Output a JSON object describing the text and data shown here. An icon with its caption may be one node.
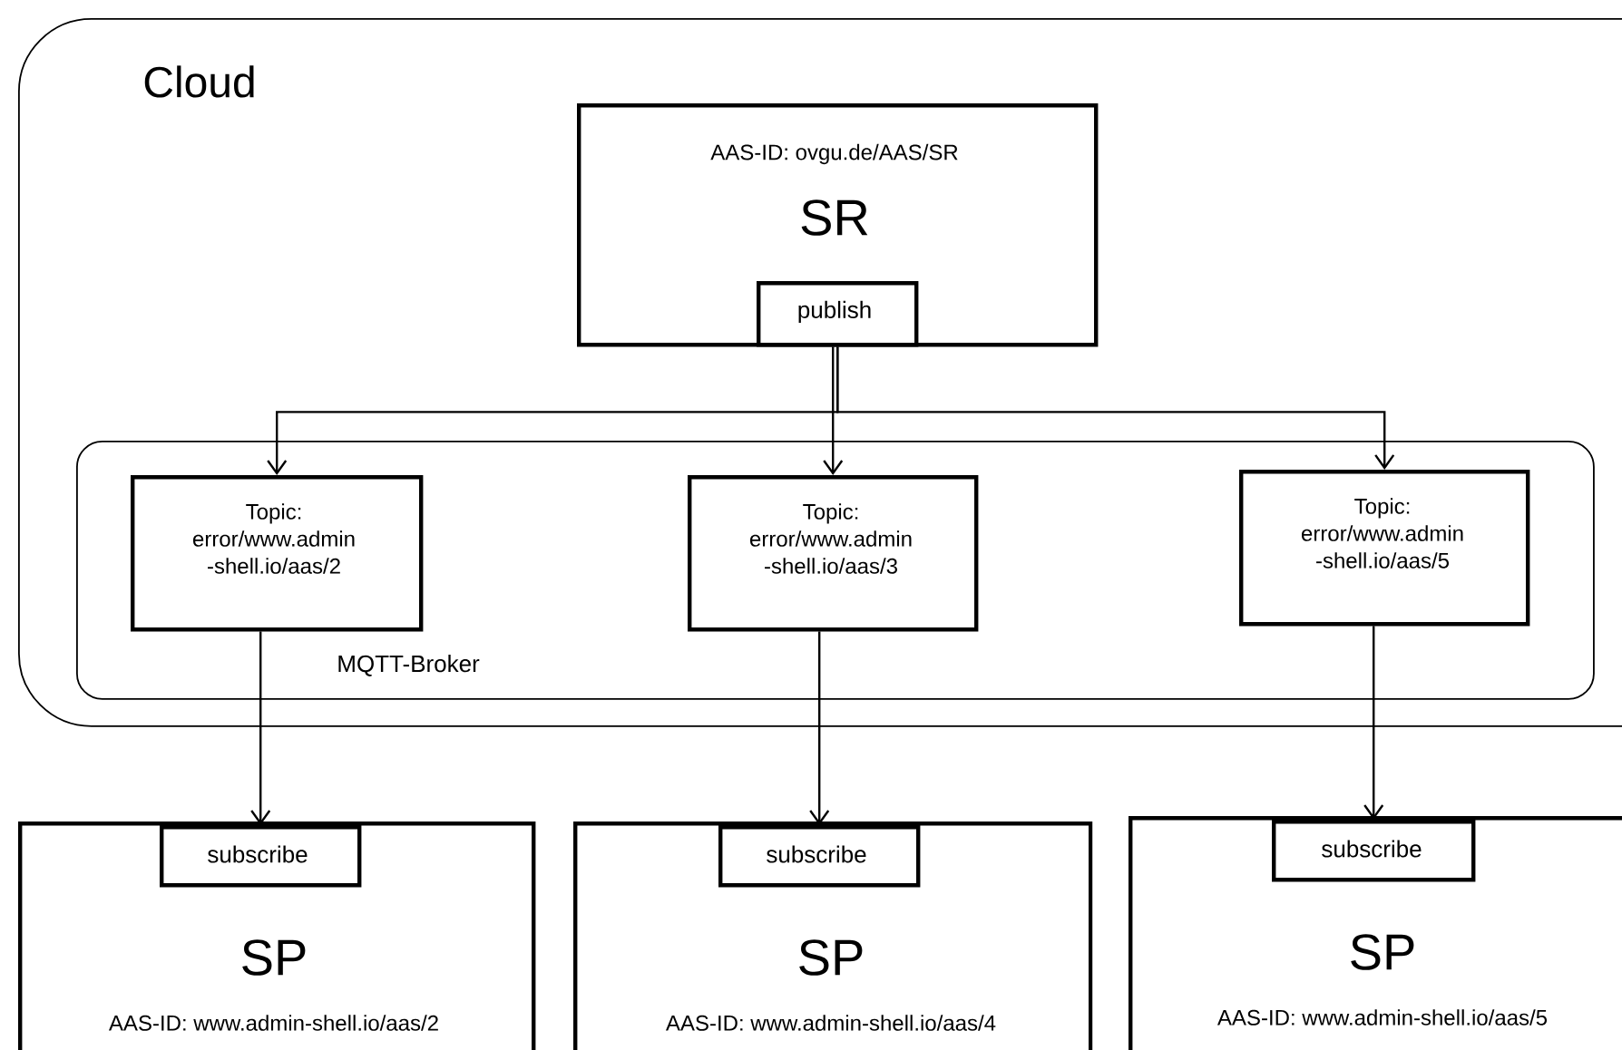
{
  "diagram": {
    "nodes": [
      {
        "text": [
          "Cloud"
        ]
      },
      {
        "text": [
          "AAS-ID:  ovgu.de/AAS/SR",
          "SR"
        ],
        "in": 0
      },
      {
        "text": [
          "publish"
        ],
        "in": 1
      },
      {
        "text": [
          "MQTT-Broker"
        ],
        "in": 0
      },
      {
        "text": [
          "Topic: error/www.admin -shell.io/aas/2"
        ],
        "in": 3
      },
      {
        "text": [
          "Topic: error/www.admin -shell.io/aas/3"
        ],
        "in": 3
      },
      {
        "text": [
          "Topic: error/www.admin -shell.io/aas/5"
        ],
        "in": 3
      },
      {
        "text": [
          "SP",
          "AAS-ID: www.admin-shell.io/aas/2"
        ]
      },
      {
        "text": [
          "subscribe"
        ],
        "in": 7
      },
      {
        "text": [
          "SP",
          "AAS-ID: www.admin-shell.io/aas/4"
        ]
      },
      {
        "text": [
          "subscribe"
        ],
        "in": 9
      },
      {
        "text": [
          "SP",
          "AAS-ID: www.admin-shell.io/aas/5"
        ]
      },
      {
        "text": [
          "subscribe"
        ],
        "in": 11
      }
    ],
    "edges": [
      {
        "from": 2,
        "to": 4,
        "arrow": "to"
      },
      {
        "from": 2,
        "to": 5,
        "arrow": "to"
      },
      {
        "from": 2,
        "to": 6,
        "arrow": "to"
      },
      {
        "from": 4,
        "to": 8,
        "arrow": "to"
      },
      {
        "from": 5,
        "to": 10,
        "arrow": "to"
      },
      {
        "from": 6,
        "to": 12,
        "arrow": "to"
      }
    ]
  }
}
